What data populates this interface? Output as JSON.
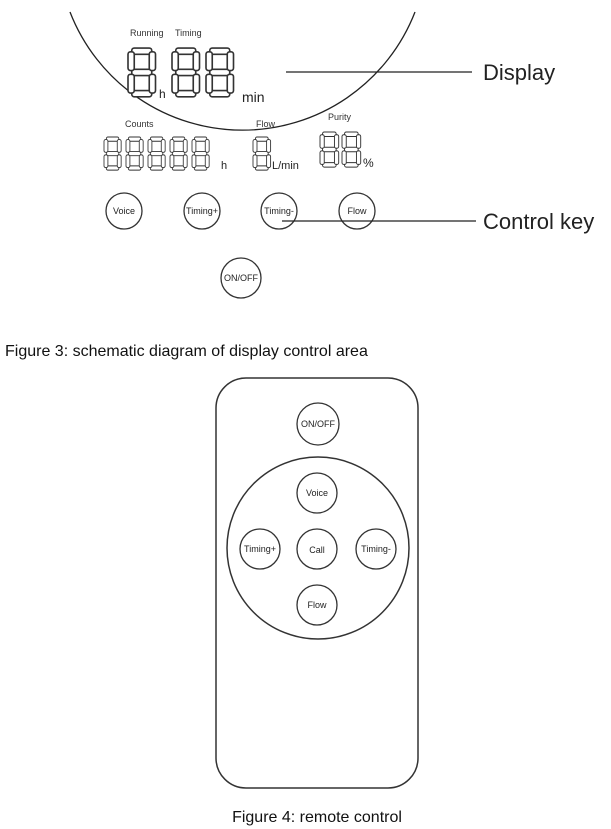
{
  "display_panel": {
    "labels": {
      "running": "Running",
      "timing": "Timing",
      "counts": "Counts",
      "flow": "Flow",
      "purity": "Purity"
    },
    "units": {
      "hours": "h",
      "minutes": "min",
      "counts_hours": "h",
      "flow": "L/min",
      "percent": "%"
    },
    "callouts": {
      "display": "Display",
      "control_key": "Control key"
    },
    "buttons": {
      "voice": "Voice",
      "timing_plus": "Timing+",
      "timing_minus": "Timing-",
      "flow": "Flow",
      "on_off": "ON/OFF"
    }
  },
  "figure3_caption": "Figure 3: schematic diagram of display control area",
  "remote": {
    "buttons": {
      "on_off": "ON/OFF",
      "voice": "Voice",
      "timing_plus": "Timing+",
      "call": "Call",
      "timing_minus": "Timing-",
      "flow": "Flow"
    }
  },
  "figure4_caption": "Figure 4: remote control"
}
